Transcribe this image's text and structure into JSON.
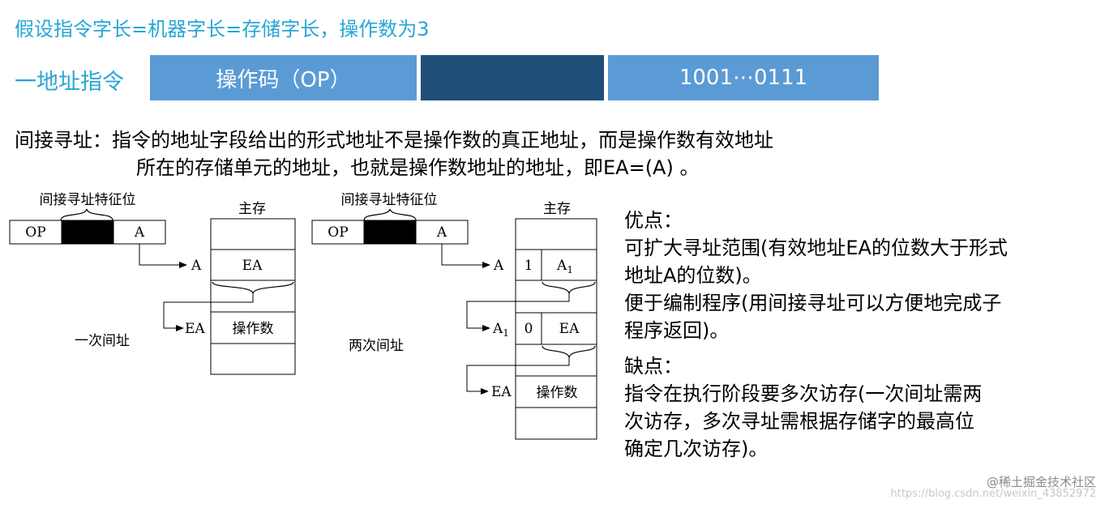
{
  "header": {
    "title": "假设指令字长=机器字长=存储字长，操作数为3",
    "instruction_label": "一地址指令",
    "bar_op": "操作码（OP）",
    "bar_addr": "1001⋯0111"
  },
  "definition": {
    "line1": "间接寻址：指令的地址字段给出的形式地址不是操作数的真正地址，而是操作数有效地址",
    "line2": "所在的存储单元的地址，也就是操作数地址的地址，即EA=(A) 。"
  },
  "diagram": {
    "left": {
      "feature_label": "间接寻址特征位",
      "op": "OP",
      "a": "A",
      "memory_title": "主存",
      "cell_ea": "EA",
      "cell_operand": "操作数",
      "arrow_a": "A",
      "arrow_ea": "EA",
      "caption": "一次间址"
    },
    "right": {
      "feature_label": "间接寻址特征位",
      "op": "OP",
      "a": "A",
      "memory_title": "主存",
      "flag1": "1",
      "cell_a1": "A",
      "sub1": "1",
      "flag0": "0",
      "cell_ea": "EA",
      "cell_operand": "操作数",
      "arrow_a": "A",
      "arrow_a1": "A",
      "arrow_a1_sub": "1",
      "arrow_ea": "EA",
      "caption": "两次间址"
    }
  },
  "sidebar": {
    "pros_title": "优点：",
    "pros_1": "可扩大寻址范围(有效地址EA的位数大于形式",
    "pros_2": "地址A的位数)。",
    "pros_3": "便于编制程序(用间接寻址可以方便地完成子",
    "pros_4": "程序返回)。",
    "cons_title": "缺点：",
    "cons_1": "指令在执行阶段要多次访存(一次间址需两",
    "cons_2": "次访存，多次寻址需根据存储字的最高位",
    "cons_3": "确定几次访存)。"
  },
  "watermark": {
    "line1": "@稀土掘金技术社区",
    "line2": "https://blog.csdn.net/weixin_43852972"
  }
}
